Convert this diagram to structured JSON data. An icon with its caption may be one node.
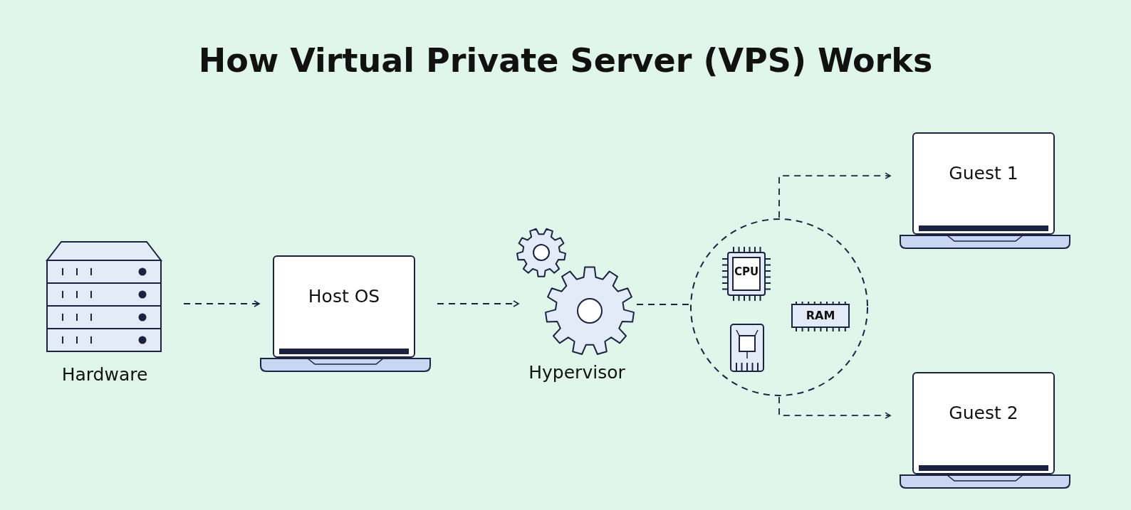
{
  "diagram": {
    "title": "How Virtual Private Server (VPS) Works",
    "nodes": [
      {
        "text": [
          "Hardware"
        ]
      },
      {
        "text": [
          "Host OS"
        ]
      },
      {
        "text": [
          "Hypervisor"
        ]
      },
      {
        "text": [],
        "shape": "circle"
      },
      {
        "text": [
          "CPU"
        ],
        "in": 3
      },
      {
        "text": [
          "RAM"
        ],
        "in": 3
      },
      {
        "text": [
          "Guest 1"
        ]
      },
      {
        "text": [
          "Guest 2"
        ]
      }
    ],
    "edges": [
      {
        "from": 0,
        "to": 1,
        "arrow": "to",
        "style": "dashed"
      },
      {
        "from": 1,
        "to": 2,
        "arrow": "to",
        "style": "dashed"
      },
      {
        "from": 2,
        "to": 3,
        "arrow": "none",
        "style": "dashed"
      },
      {
        "from": 3,
        "to": 6,
        "arrow": "to",
        "style": "dashed"
      },
      {
        "from": 3,
        "to": 7,
        "arrow": "to",
        "style": "dashed"
      }
    ]
  }
}
